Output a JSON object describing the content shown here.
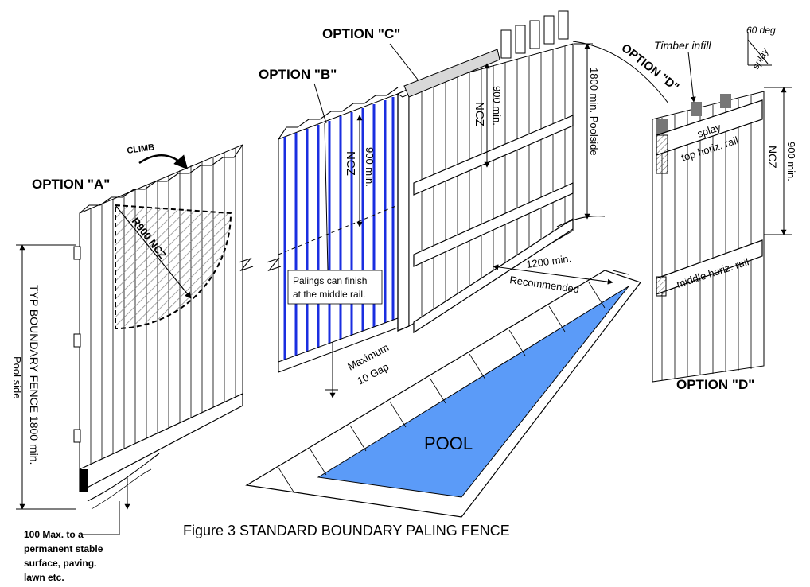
{
  "figure": {
    "caption": "Figure 3  STANDARD BOUNDARY PALING FENCE"
  },
  "labels": {
    "option_a": "OPTION \"A\"",
    "option_b": "OPTION \"B\"",
    "option_c": "OPTION \"C\"",
    "option_d_curved": "OPTION \"D\"",
    "option_d": "OPTION \"D\"",
    "climb": "CLIMB",
    "r900_ncz": "R900 NCZ",
    "typ_boundary": "TYP BOUNDARY FENCE 1800 min.",
    "pool_side": "Pool side",
    "max_100_line1": "100 Max. to a",
    "max_100_line2": "permanent stable",
    "max_100_line3": "surface, paving.",
    "max_100_line4": "lawn etc.",
    "ncz_b": "NCZ",
    "min900_b": "900 min.",
    "palings_line1": "Palings can finish",
    "palings_line2": "at the middle rail.",
    "maximum": "Maximum",
    "gap": "10 Gap",
    "ncz_c": "NCZ",
    "min900_c": "900 min.",
    "poolside_1800": "1800 min. Poolside",
    "min1200": "1200 min.",
    "recommended": "Recommended",
    "pool": "POOL",
    "timber_infill": "Timber infill",
    "deg60": "60 deg",
    "splay_top": "splay",
    "splay_rail": "splay",
    "top_horiz_rail": "top horiz. rail",
    "middle_horiz_rail": "middle horiz. rail",
    "ncz_d": "NCZ",
    "min900_d": "900 min."
  },
  "colors": {
    "pool_fill": "#5b9bf8",
    "blue_paling": "#1a2ee0",
    "hatch": "#888888",
    "cap_grey": "#d8d8d8",
    "infill": "#777777"
  }
}
